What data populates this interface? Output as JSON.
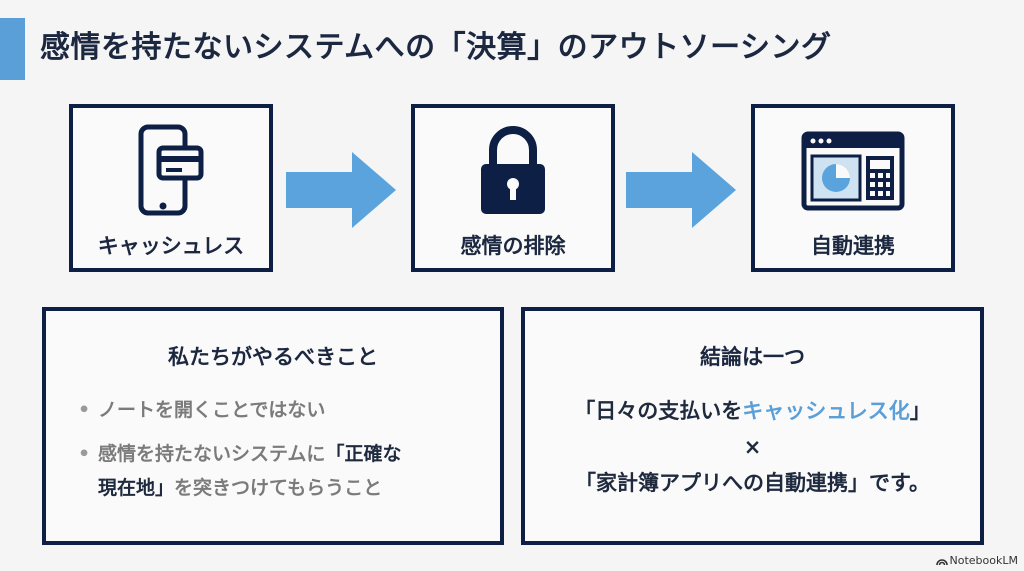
{
  "slide": {
    "title": "感情を持たないシステムへの「決算」のアウトソーシング"
  },
  "flow": {
    "steps": [
      {
        "label": "キャッシュレス",
        "icon": "smartphone-card-icon"
      },
      {
        "label": "感情の排除",
        "icon": "padlock-icon"
      },
      {
        "label": "自動連携",
        "icon": "dashboard-window-icon"
      }
    ]
  },
  "panel_left": {
    "title": "私たちがやるべきこと",
    "bullet1": "ノートを開くことではない",
    "bullet2_line1_pre": "感情を持たないシステムに",
    "bullet2_line1_strong": "「正確な",
    "bullet2_line2_strong": "現在地」",
    "bullet2_line2_post": "を突きつけてもらうこと"
  },
  "panel_right": {
    "title": "結論は一つ",
    "line1_pre": "「日々の支払いを",
    "line1_highlight": "キャッシュレス化",
    "line1_post": "」",
    "times": "×",
    "line2": "「家計簿アプリへの自動連携」です。"
  },
  "footer": {
    "brand": "NotebookLM"
  },
  "colors": {
    "navy": "#0e1f45",
    "accent_blue": "#5b9fd8",
    "arrow_blue": "#5aa3dc",
    "muted_text": "#7b7b7b"
  }
}
